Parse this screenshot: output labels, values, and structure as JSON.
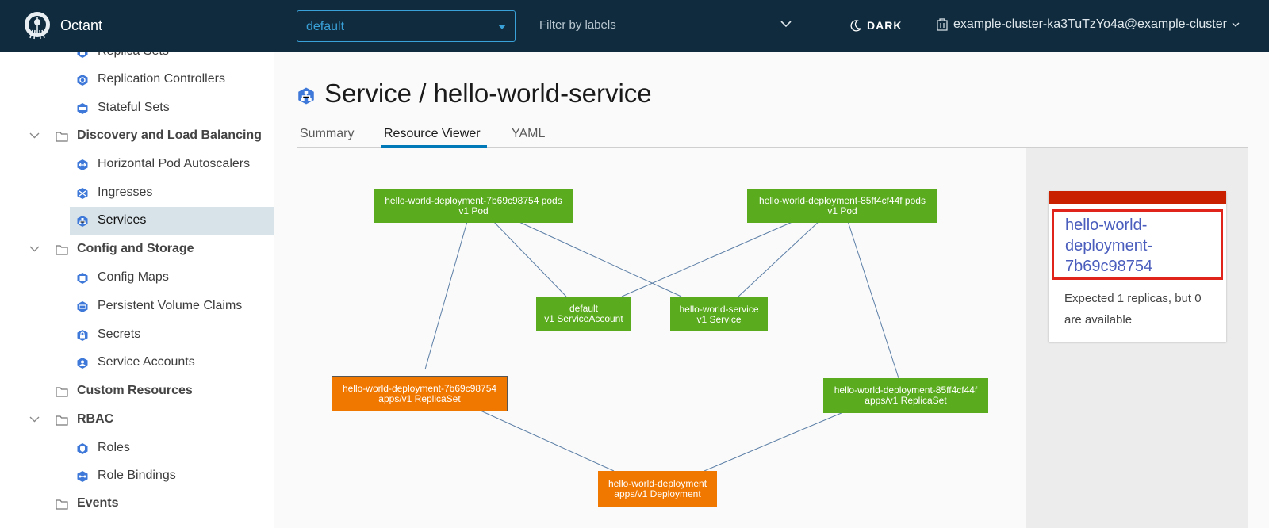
{
  "header": {
    "app_name": "Octant",
    "namespace": "default",
    "label_filter_placeholder": "Filter by labels",
    "theme_label": "DARK",
    "cluster": "example-cluster-ka3TuTzYo4a@example-cluster"
  },
  "sidebar": {
    "items": [
      {
        "label": "Replica Sets"
      },
      {
        "label": "Replication Controllers"
      },
      {
        "label": "Stateful Sets"
      },
      {
        "label": "Discovery and Load Balancing"
      },
      {
        "label": "Horizontal Pod Autoscalers"
      },
      {
        "label": "Ingresses"
      },
      {
        "label": "Services"
      },
      {
        "label": "Config and Storage"
      },
      {
        "label": "Config Maps"
      },
      {
        "label": "Persistent Volume Claims"
      },
      {
        "label": "Secrets"
      },
      {
        "label": "Service Accounts"
      },
      {
        "label": "Custom Resources"
      },
      {
        "label": "RBAC"
      },
      {
        "label": "Roles"
      },
      {
        "label": "Role Bindings"
      },
      {
        "label": "Events"
      }
    ]
  },
  "page": {
    "title": "Service / hello-world-service",
    "tabs": [
      {
        "label": "Summary"
      },
      {
        "label": "Resource Viewer"
      },
      {
        "label": "YAML"
      }
    ],
    "active_tab": "Resource Viewer"
  },
  "graph": {
    "nodes": [
      {
        "name": "hello-world-deployment-7b69c98754 pods",
        "kind": "v1 Pod",
        "status": "ok"
      },
      {
        "name": "hello-world-deployment-85ff4cf44f pods",
        "kind": "v1 Pod",
        "status": "ok"
      },
      {
        "name": "default",
        "kind": "v1 ServiceAccount",
        "status": "ok"
      },
      {
        "name": "hello-world-service",
        "kind": "v1 Service",
        "status": "ok"
      },
      {
        "name": "hello-world-deployment-7b69c98754",
        "kind": "apps/v1 ReplicaSet",
        "status": "warning"
      },
      {
        "name": "hello-world-deployment-85ff4cf44f",
        "kind": "apps/v1 ReplicaSet",
        "status": "ok"
      },
      {
        "name": "hello-world-deployment",
        "kind": "apps/v1 Deployment",
        "status": "warning"
      }
    ],
    "colors": {
      "ok": "#5aab1d",
      "warning": "#f07800",
      "edge": "#5b7ea6"
    }
  },
  "detail": {
    "link": "hello-world-deployment-7b69c98754",
    "link_lines": [
      "hello-world-",
      "deployment-",
      "7b69c98754"
    ],
    "message": "Expected 1 replicas, but 0 are available",
    "status_color": "#c92100"
  }
}
